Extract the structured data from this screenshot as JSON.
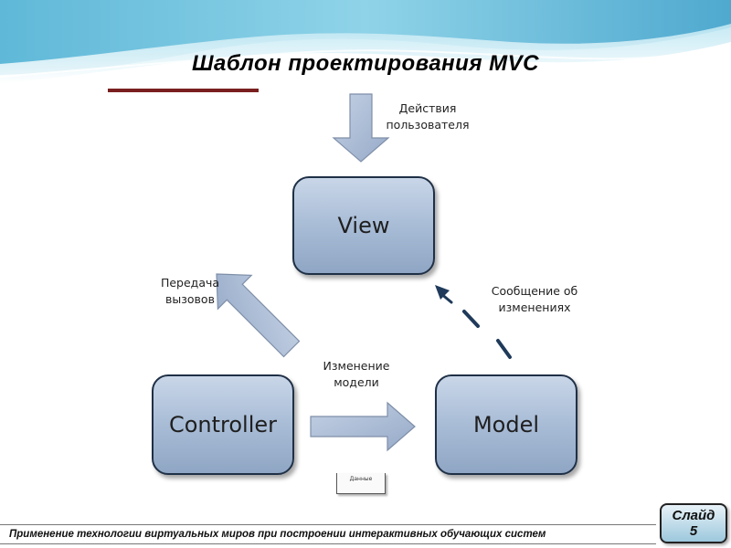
{
  "slide": {
    "title": "Шаблон проектирования MVC",
    "badge": "Слайд 5",
    "footer": "Применение технологии виртуальных миров при построении интерактивных обучающих систем"
  },
  "diagram": {
    "nodes": {
      "view": "View",
      "controller": "Controller",
      "model": "Model"
    },
    "labels": {
      "user_actions": [
        "Действия",
        "пользователя"
      ],
      "calls": [
        "Передача",
        "вызовов"
      ],
      "notify": [
        "Сообщение об",
        "изменениях"
      ],
      "model_change": [
        "Изменение",
        "модели"
      ]
    },
    "doc_tab": "Данные"
  },
  "colors": {
    "node_fill": "#a8bcd6",
    "node_border": "#1f3046",
    "arrow_fill": "#a9b9d2",
    "dash_arrow": "#1f3a5a",
    "header_wave": "#6fc3de"
  }
}
